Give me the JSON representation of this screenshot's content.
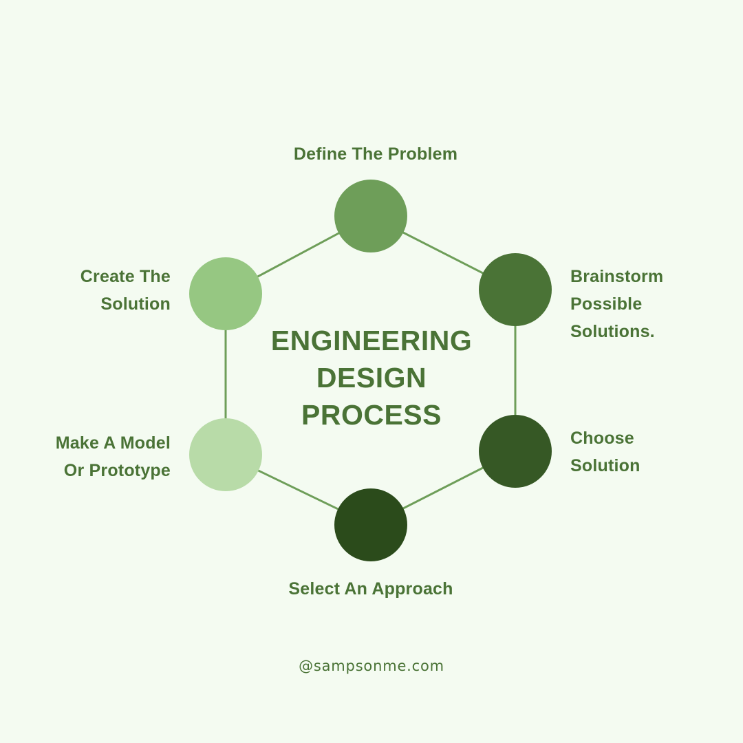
{
  "center_title": "ENGINEERING\nDESIGN\nPROCESS",
  "steps": [
    {
      "label": "Define The Problem",
      "color": "#6e9e59"
    },
    {
      "label": "Brainstorm\nPossible\nSolutions.",
      "color": "#4a7336"
    },
    {
      "label": "Choose\nSolution",
      "color": "#365825"
    },
    {
      "label": "Select An Approach",
      "color": "#2b4b1b"
    },
    {
      "label": "Make A Model\nOr Prototype",
      "color": "#b8dba8"
    },
    {
      "label": "Create The\nSolution",
      "color": "#96c782"
    }
  ],
  "footer": "@sampsonme.com",
  "colors": {
    "background": "#f4fbf1",
    "text": "#4a7336",
    "connector": "#6e9e59"
  }
}
